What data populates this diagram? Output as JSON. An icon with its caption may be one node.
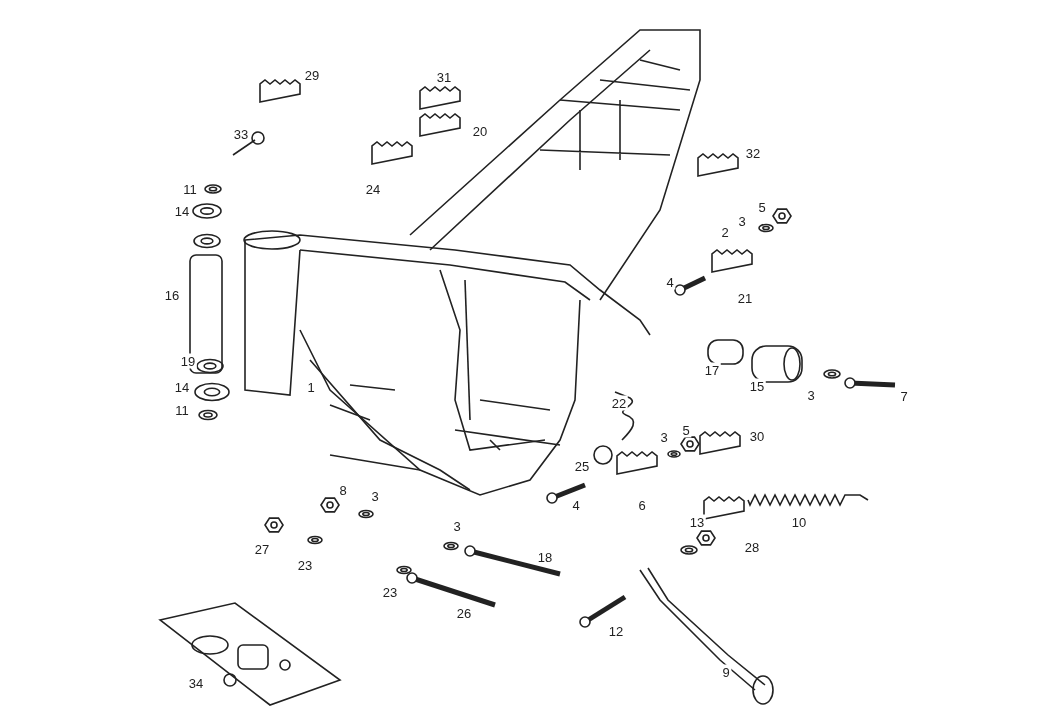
{
  "diagram": {
    "labels": [
      "29",
      "31",
      "20",
      "33",
      "32",
      "24",
      "11",
      "5",
      "14",
      "3",
      "2",
      "4",
      "16",
      "21",
      "19",
      "17",
      "15",
      "1",
      "14",
      "3",
      "7",
      "22",
      "11",
      "5",
      "30",
      "3",
      "25",
      "8",
      "3",
      "4",
      "6",
      "13",
      "10",
      "3",
      "28",
      "27",
      "18",
      "23",
      "23",
      "26",
      "12",
      "9",
      "34"
    ]
  }
}
